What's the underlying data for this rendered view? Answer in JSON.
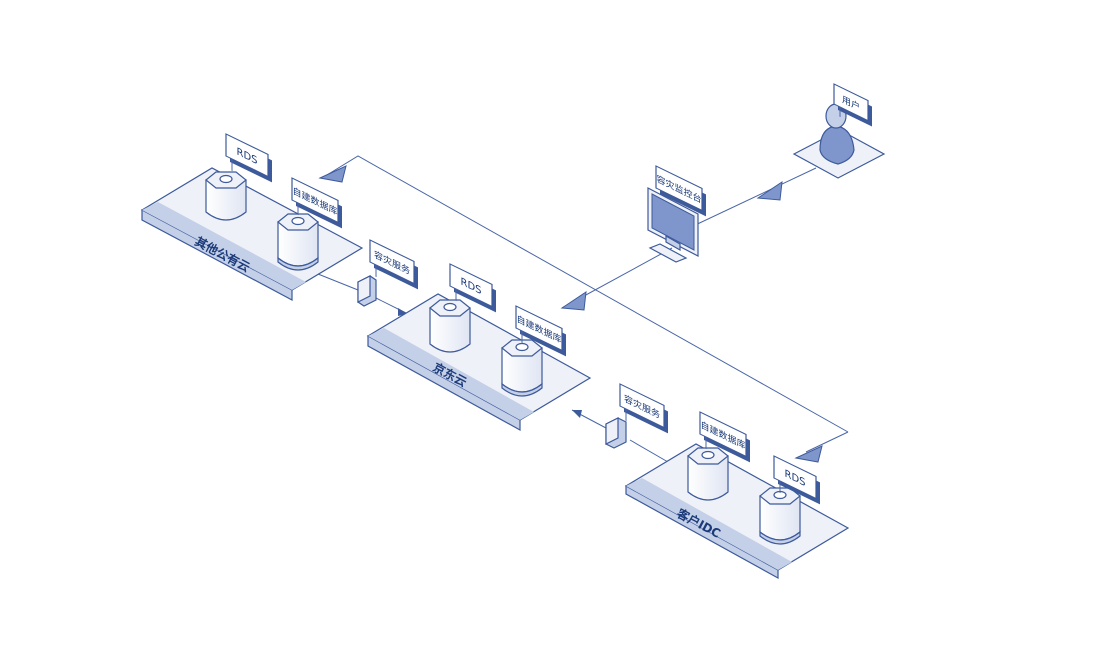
{
  "regions": {
    "other_cloud": {
      "name": "其他公有云",
      "tags": [
        "RDS",
        "自建数据库"
      ]
    },
    "jd_cloud": {
      "name": "京东云",
      "tags": [
        "RDS",
        "自建数据库"
      ]
    },
    "customer_idc": {
      "name": "客户IDC",
      "tags": [
        "自建数据库",
        "RDS"
      ]
    }
  },
  "services": {
    "dr_service_top": "容灾服务",
    "dr_service_bottom": "容灾服务",
    "console": "容灾监控台",
    "user": "用户"
  },
  "colors": {
    "line": "#3d5a9b",
    "platform_top": "#eef1f8",
    "platform_band": "#c4cfe8",
    "accent": "#7f96cc"
  }
}
